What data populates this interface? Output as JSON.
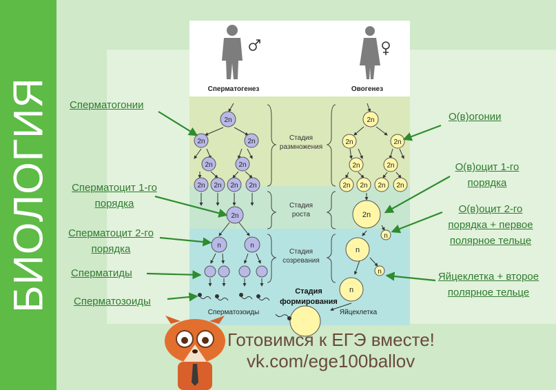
{
  "side_title": "БИОЛОГИЯ",
  "diagram": {
    "male_header": "Сперматогенез",
    "female_header": "Овогенез",
    "stage1": [
      "Стадия",
      "размножения"
    ],
    "stage2": [
      "Стадия",
      "роста"
    ],
    "stage3": [
      "Стадия",
      "созревания"
    ],
    "stage4": [
      "Стадия",
      "формирования"
    ],
    "sperm_label": "Сперматозоиды",
    "egg_label": "Яйцеклетка",
    "cell_2n": "2n",
    "cell_n": "n"
  },
  "labels": {
    "spermatogonia": "Сперматогонии",
    "spermatocyte1": [
      "Сперматоцит 1-го",
      "порядка"
    ],
    "spermatocyte2": [
      "Сперматоцит 2-го",
      "порядка"
    ],
    "spermatids": "Сперматиды",
    "spermatozoa": "Сперматозоиды",
    "oogonia": "О(в)огонии",
    "oocyte1": [
      "О(в)оцит 1-го",
      "порядка"
    ],
    "oocyte2": [
      "О(в)оцит 2-го",
      "порядка + первое",
      "полярное тельце"
    ],
    "egg": [
      "Яйцеклетка + второе",
      "полярное тельце"
    ]
  },
  "promo": {
    "line1": "Готовимся к ЕГЭ вместе!",
    "line2": "vk.com/ege100ballov"
  },
  "colors": {
    "sidebar": "#5dbb46",
    "label_text": "#2f7a2f",
    "arrow": "#2e8b2e",
    "male_cell": "#b9b9e8",
    "female_cell": "#fff6a8",
    "stage_green": "#dbe8b9",
    "stage_mid": "#c6e6d0",
    "stage_blue": "#b5e3e1",
    "promo_text": "#6a4a3a"
  },
  "icons": [
    "male-figure-icon",
    "female-figure-icon",
    "male-symbol-icon",
    "female-symbol-icon",
    "fox-mascot-icon"
  ]
}
